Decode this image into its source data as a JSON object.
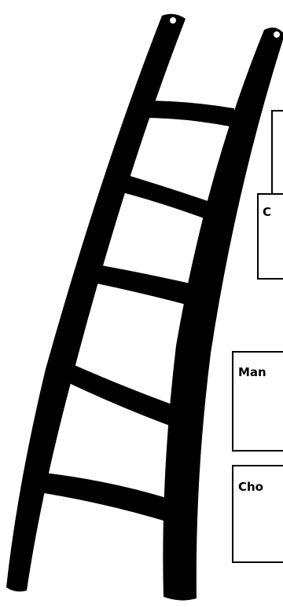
{
  "diagram": {
    "steps": [
      {
        "label": ""
      },
      {
        "label": "C"
      },
      {
        "label": "Man"
      },
      {
        "label": "Cho"
      }
    ]
  },
  "colors": {
    "ladder": "#000000",
    "box_border": "#000000",
    "background": "#ffffff"
  }
}
